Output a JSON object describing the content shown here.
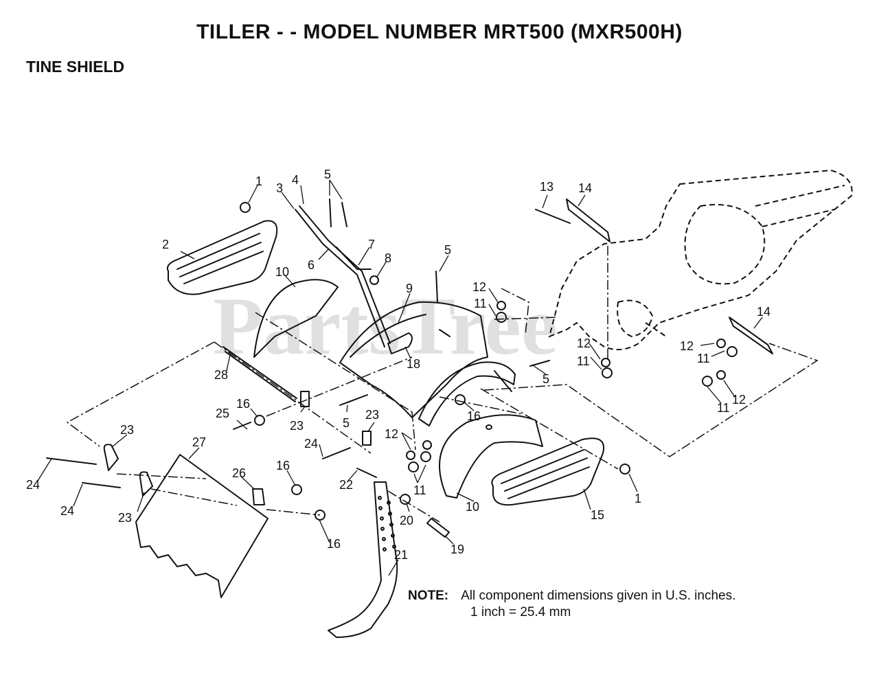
{
  "header": {
    "title": "TILLER - - MODEL NUMBER MRT500 (MXR500H)",
    "subtitle": "TINE SHIELD"
  },
  "watermark": {
    "text": "PartsTree"
  },
  "note": {
    "label": "NOTE:",
    "line1": "All component dimensions given in U.S. inches.",
    "line2": "1 inch = 25.4 mm"
  },
  "callouts": [
    "1",
    "2",
    "3",
    "4",
    "5",
    "6",
    "7",
    "8",
    "5",
    "10",
    "9",
    "12",
    "11",
    "18",
    "5",
    "13",
    "14",
    "12",
    "11",
    "14",
    "12",
    "11",
    "12",
    "11",
    "28",
    "16",
    "25",
    "23",
    "5",
    "23",
    "16",
    "12",
    "23",
    "24",
    "27",
    "24",
    "26",
    "16",
    "24",
    "23",
    "22",
    "11",
    "20",
    "10",
    "15",
    "1",
    "19",
    "21",
    "16"
  ],
  "colors": {
    "line": "#111111",
    "watermark": "#d9d9d9"
  }
}
